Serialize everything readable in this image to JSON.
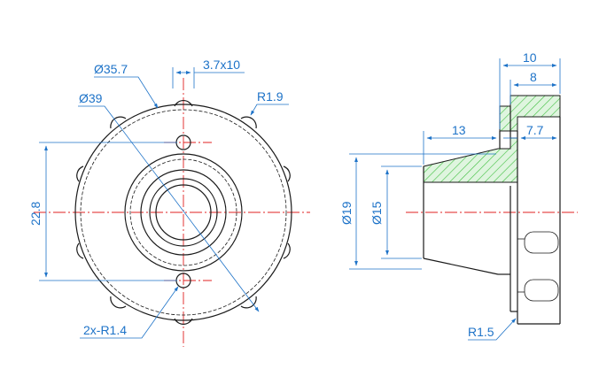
{
  "colors": {
    "object": "#1a1a1a",
    "dimension": "#1e73c8",
    "centerline": "#e02020",
    "hatch": "#3fbf3f",
    "hatch_fill": "#dff5df"
  },
  "labels": {
    "phi35_7": "Ø35.7",
    "phi39": "Ø39",
    "w3_7x10": "3.7x10",
    "r1_9": "R1.9",
    "d22_8": "22.8",
    "r1_4": "2x-R1.4",
    "d10": "10",
    "d8": "8",
    "d13": "13",
    "d7_7": "7.7",
    "phi19": "Ø19",
    "phi15": "Ø15",
    "r1_5": "R1.5"
  }
}
